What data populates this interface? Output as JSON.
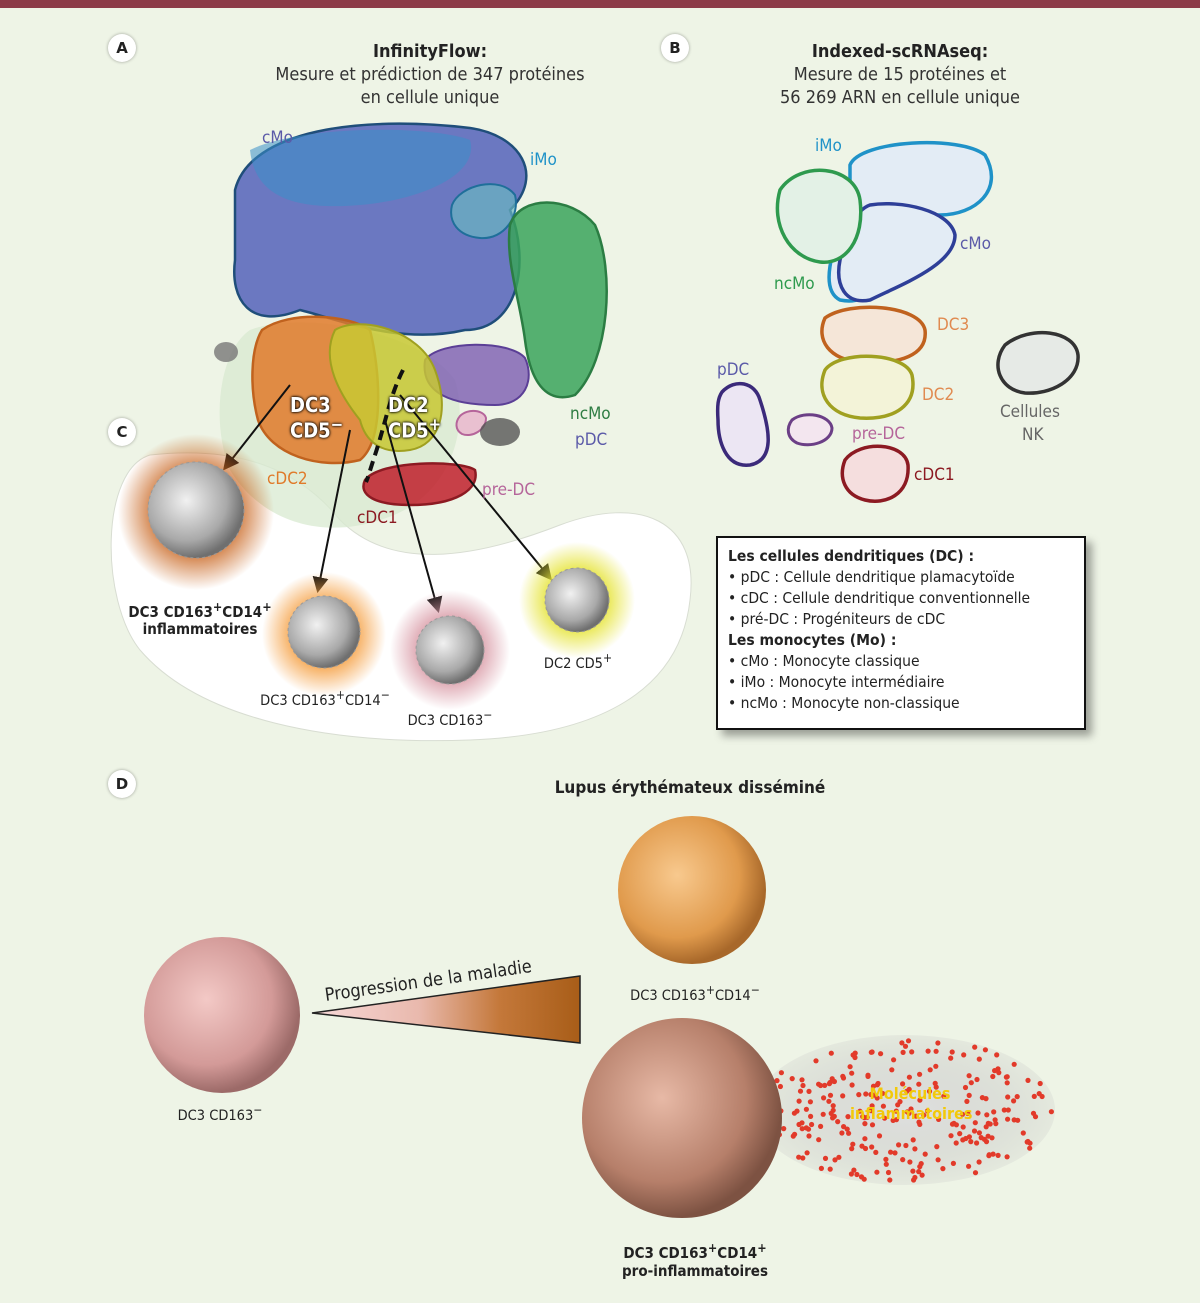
{
  "panel_letters": {
    "a": "A",
    "b": "B",
    "c": "C",
    "d": "D"
  },
  "panelA": {
    "title": "InfinityFlow:",
    "subtitle1": "Mesure et prédiction de 347 protéines",
    "subtitle2": "en cellule unique",
    "labels": {
      "cMo": "cMo",
      "iMo": "iMo",
      "ncMo": "ncMo",
      "pDC": "pDC",
      "pre_DC": "pre-DC",
      "cDC1": "cDC1",
      "cDC2": "cDC2",
      "dc3_a": "DC3",
      "dc3_b": "CD5",
      "dc2_a": "DC2",
      "dc2_b": "CD5"
    }
  },
  "panelB": {
    "title": "Indexed-scRNAseq:",
    "subtitle1": "Mesure de 15 protéines et",
    "subtitle2": "56 269 ARN en cellule unique",
    "labels": {
      "iMo": "iMo",
      "cMo": "cMo",
      "ncMo": "ncMo",
      "DC3": "DC3",
      "DC2": "DC2",
      "pDC": "pDC",
      "pre_DC": "pre-DC",
      "cDC1": "cDC1",
      "nk1": "Cellules",
      "nk2": "NK"
    }
  },
  "legend": {
    "h1": "Les cellules dendritiques (DC) :",
    "items1": [
      "• pDC : Cellule dendritique plamacytoïde",
      "• cDC : Cellule dendritique conventionnelle",
      "• pré-DC : Progéniteurs de cDC"
    ],
    "h2": "Les monocytes (Mo) :",
    "items2": [
      "• cMo : Monocyte classique",
      "• iMo : Monocyte intermédiaire",
      "• ncMo : Monocyte non-classique"
    ]
  },
  "panelC": {
    "cell1_l1": "DC3 CD163",
    "cell1_l2": "inflammatoires",
    "cell2": "DC3 CD163",
    "cell3": "DC3 CD163",
    "cell4": "DC2 CD5"
  },
  "panelD": {
    "title": "Lupus érythémateux disséminé",
    "progression": "Progression de la maladie",
    "left_cell": "DC3 CD163",
    "top_cell": "DC3 CD163",
    "bottom_l1": "DC3 CD163",
    "bottom_l2": "pro-inflammatoires",
    "molecules1": "Molécules",
    "molecules2": "inflammatoires"
  },
  "colors": {
    "accent_bar": "#8c3b48",
    "background": "#eef4e6",
    "cMo": "#2e3f98",
    "iMo": "#1f92c8",
    "ncMo": "#2e9a4e",
    "pDC": "#5b3f96",
    "cDC1": "#c0202c",
    "DC3": "#e07a2a",
    "DC2": "#c8c832"
  }
}
